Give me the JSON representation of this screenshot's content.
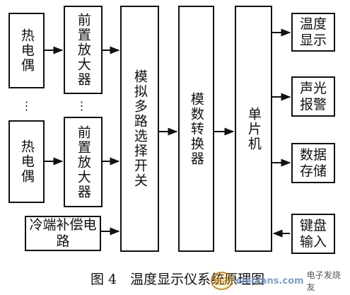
{
  "blocks": {
    "thermocouple_1": "热电偶",
    "thermocouple_2": "热电偶",
    "preamp_1": "前置放大器",
    "preamp_2": "前置放大器",
    "cold_junction": "冷端补偿电路",
    "analog_mux": "模拟多路选择开关",
    "adc": "模数转换器",
    "mcu": "单片机",
    "temp_display": "温度显示",
    "sound_light_alarm": "声光报警",
    "data_storage": "数据存储",
    "keyboard_input": "键盘输入"
  },
  "ellipsis": "⋮",
  "caption": "图 4　温度显示仪系统原理图",
  "watermark": {
    "logo": "电子",
    "site": "elecfans.com",
    "name": "电子发烧友"
  }
}
